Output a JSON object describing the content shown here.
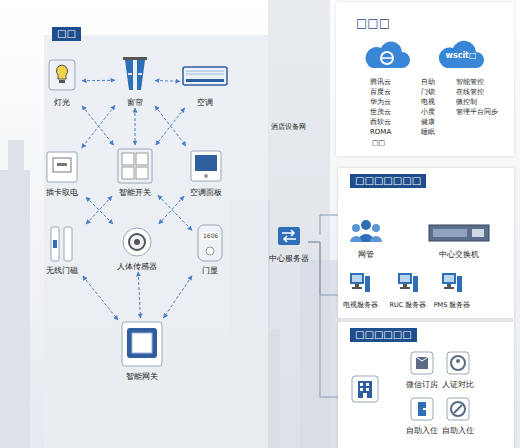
{
  "diagram": {
    "nodes": [
      {
        "text": [
          "□□"
        ]
      },
      {
        "text": [
          "灯光"
        ],
        "in": 0
      },
      {
        "text": [
          "窗帘"
        ],
        "in": 0
      },
      {
        "text": [
          "空调"
        ],
        "in": 0
      },
      {
        "text": [
          "插卡取电"
        ],
        "in": 0
      },
      {
        "text": [
          "智能开关"
        ],
        "in": 0
      },
      {
        "text": [
          "空调面板"
        ],
        "in": 0
      },
      {
        "text": [
          "无线门磁"
        ],
        "in": 0
      },
      {
        "text": [
          "人体传感器"
        ],
        "in": 0
      },
      {
        "text": [
          "门显"
        ],
        "in": 0
      },
      {
        "text": [
          "智能网关"
        ],
        "in": 0
      },
      {
        "text": [
          "酒店设备网"
        ]
      },
      {
        "text": [
          "中心服务器"
        ],
        "in": 11
      },
      {
        "text": [
          "□□□"
        ]
      },
      {
        "text": [
          "wscit□"
        ],
        "in": 13
      },
      {
        "text": [
          "□□□□□□□"
        ]
      },
      {
        "text": [
          "网管"
        ],
        "in": 15
      },
      {
        "text": [
          "中心交换机"
        ],
        "in": 15
      },
      {
        "text": [
          "电视服务器"
        ],
        "in": 15
      },
      {
        "text": [
          "RUC 服务器"
        ],
        "in": 15
      },
      {
        "text": [
          "PMS 服务器"
        ],
        "in": 15
      },
      {
        "text": [
          "□□□□□□"
        ]
      },
      {
        "text": [
          "微信订房"
        ],
        "in": 21
      },
      {
        "text": [
          "人证对比"
        ],
        "in": 21
      },
      {
        "text": [
          "自助入住"
        ],
        "in": 21
      },
      {
        "text": [
          "自助入住"
        ],
        "in": 21
      }
    ],
    "edges": [
      {
        "from": 1,
        "to": 2,
        "arrow": "both"
      },
      {
        "from": 2,
        "to": 3,
        "arrow": "both"
      },
      {
        "from": 1,
        "to": 5,
        "arrow": "both"
      },
      {
        "from": 2,
        "to": 4,
        "arrow": "both"
      },
      {
        "from": 2,
        "to": 5,
        "arrow": "both"
      },
      {
        "from": 2,
        "to": 6,
        "arrow": "both"
      },
      {
        "from": 3,
        "to": 5,
        "arrow": "both"
      },
      {
        "from": 4,
        "to": 8,
        "arrow": "both"
      },
      {
        "from": 5,
        "to": 7,
        "arrow": "both"
      },
      {
        "from": 5,
        "to": 9,
        "arrow": "both"
      },
      {
        "from": 6,
        "to": 8,
        "arrow": "both"
      },
      {
        "from": 7,
        "to": 10,
        "arrow": "both"
      },
      {
        "from": 8,
        "to": 10,
        "arrow": "both"
      },
      {
        "from": 9,
        "to": 10,
        "arrow": "both"
      },
      {
        "from": 12,
        "to": 15,
        "arrow": "none"
      },
      {
        "from": 12,
        "to": 21,
        "arrow": "none"
      }
    ],
    "labels": [
      "1606",
      "腾讯云",
      "百度云",
      "华为云",
      "世茂云",
      "西软云",
      "ROMA",
      "□□",
      "自助",
      "门锁",
      "电视",
      "小度",
      "健康",
      "睡眠",
      "智能管控",
      "在线管控",
      "微控制",
      "管理平台同步"
    ]
  }
}
